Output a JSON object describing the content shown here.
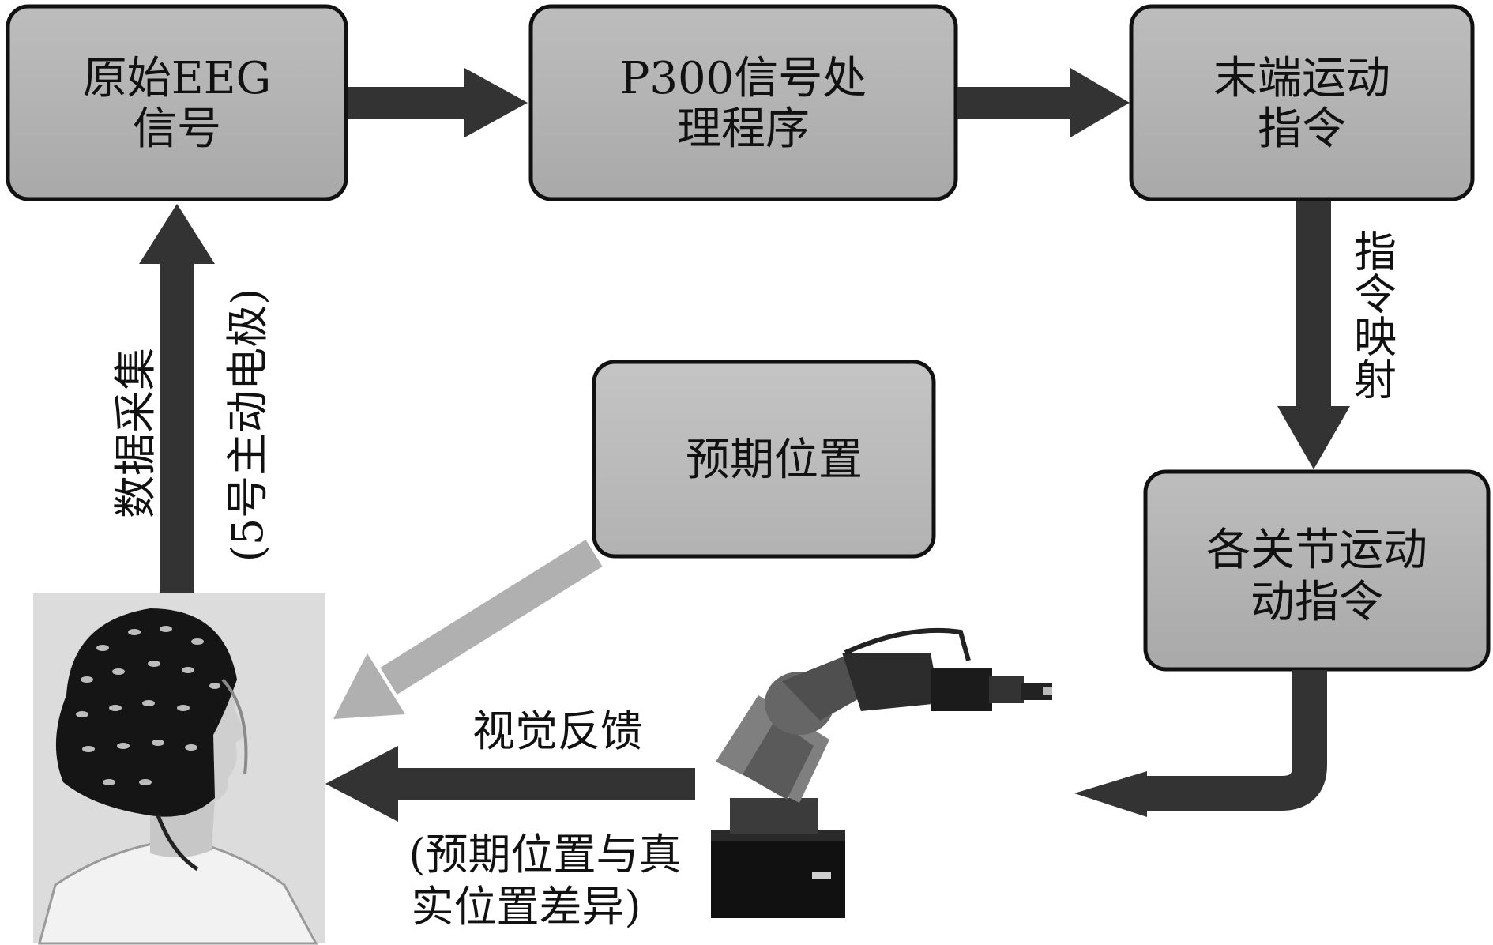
{
  "nodes": {
    "raw_eeg": {
      "line1": "原始EEG",
      "line2": "信号"
    },
    "p300": {
      "line1": "P300信号处",
      "line2": "理程序"
    },
    "end_motion": {
      "line1": "末端运动",
      "line2": "指令"
    },
    "joint_motion": {
      "line1": "各关节运动",
      "line2": "动指令"
    },
    "expected_position": {
      "line1": "预期位置"
    }
  },
  "labels": {
    "data_acquisition": "数据采集",
    "electrode_note": "(5号主动电极)",
    "command_mapping": "指令映射",
    "visual_feedback": "视觉反馈",
    "feedback_note_line1": "(预期位置与真",
    "feedback_note_line2": "实位置差异)"
  },
  "colors": {
    "box_fill": "#b3b3b3",
    "box_stroke": "#111111",
    "arrow_dark": "#3a3a3a",
    "arrow_light": "#b0b0b0"
  }
}
